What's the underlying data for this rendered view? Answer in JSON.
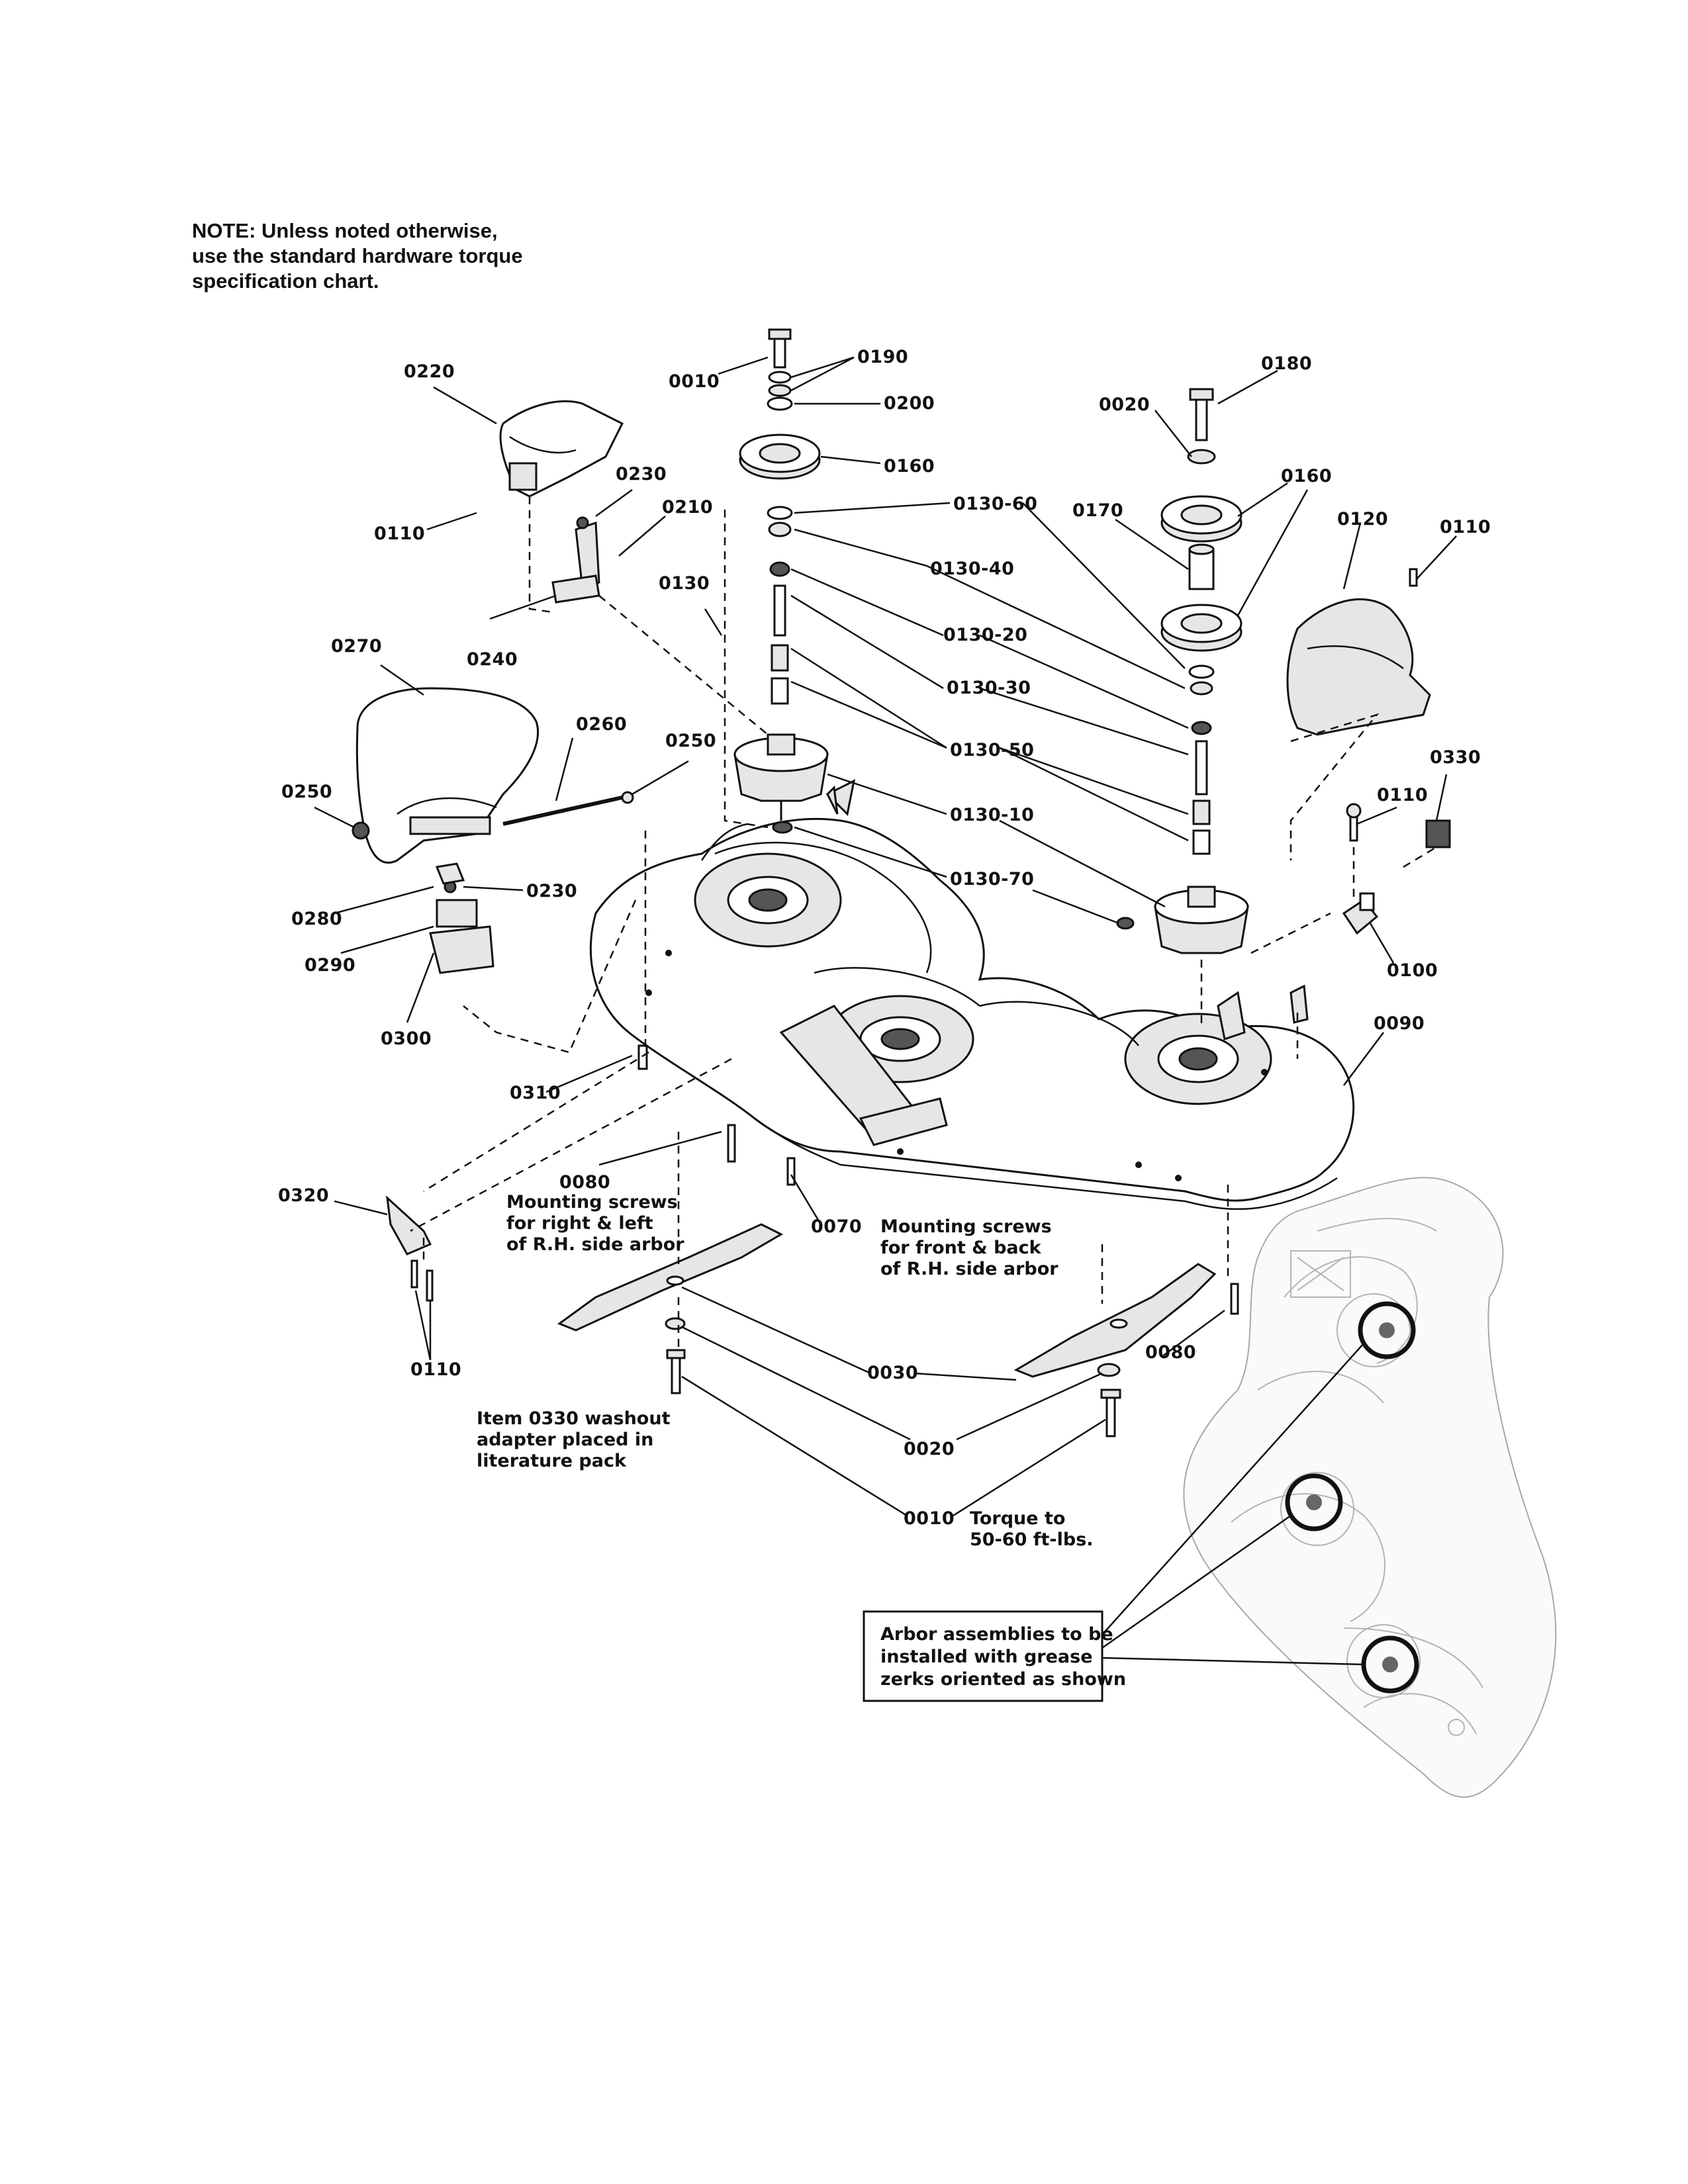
{
  "note": {
    "lines": [
      "NOTE: Unless noted otherwise,",
      "use the standard hardware torque",
      "specification chart."
    ]
  },
  "callouts": [
    "0010",
    "0190",
    "0200",
    "0160",
    "0130-60",
    "0130-40",
    "0130-20",
    "0130-30",
    "0130-50",
    "0130-10",
    "0130-70",
    "0130",
    "0220",
    "0230",
    "0210",
    "0110",
    "0240",
    "0270",
    "0260",
    "0250",
    "0250",
    "0280",
    "0230",
    "0290",
    "0300",
    "0180",
    "0020",
    "0160",
    "0170",
    "0120",
    "0110",
    "0330",
    "0110",
    "0100",
    "0090",
    "0310",
    "0080",
    "0070",
    "0320",
    "0110",
    "0030",
    "0020",
    "0010",
    "0080"
  ],
  "annotations": {
    "mounting_rl": [
      "Mounting screws",
      "for right & left",
      "of R.H. side arbor"
    ],
    "mounting_fb": [
      "Mounting screws",
      "for front & back",
      "of R.H. side arbor"
    ],
    "washout": [
      "Item 0330 washout",
      "adapter placed in",
      "literature pack"
    ],
    "torque": [
      "Torque to",
      "50-60 ft-lbs."
    ],
    "arbor_box": [
      "Arbor assemblies to be",
      "installed with grease",
      "zerks oriented as shown"
    ]
  }
}
